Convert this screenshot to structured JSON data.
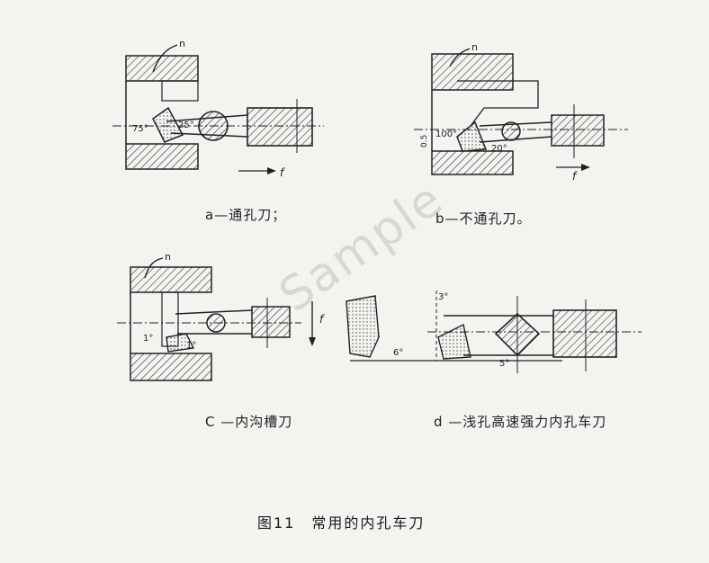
{
  "figures": {
    "a": {
      "caption": "a—通孔刀；",
      "labels": {
        "n": "n",
        "angle_left": "75°",
        "angle_right": "25°",
        "feed": "f"
      }
    },
    "b": {
      "caption": "b—不通孔刀。",
      "labels": {
        "n": "n",
        "angle_a": "100°",
        "angle_b": "20°",
        "dim": "0.5",
        "feed": "f"
      }
    },
    "c": {
      "caption": "C —内沟槽刀",
      "labels": {
        "n": "n",
        "angle_a": "1°",
        "angle_b": "1°",
        "feed": "f"
      }
    },
    "d": {
      "caption": "d —浅孔高速强力内孔车刀",
      "labels": {
        "angle_top": "3°",
        "angle_mid": "6°",
        "angle_right": "5°"
      }
    }
  },
  "figure_title": "图11　常用的内孔车刀",
  "watermark": "Sample"
}
